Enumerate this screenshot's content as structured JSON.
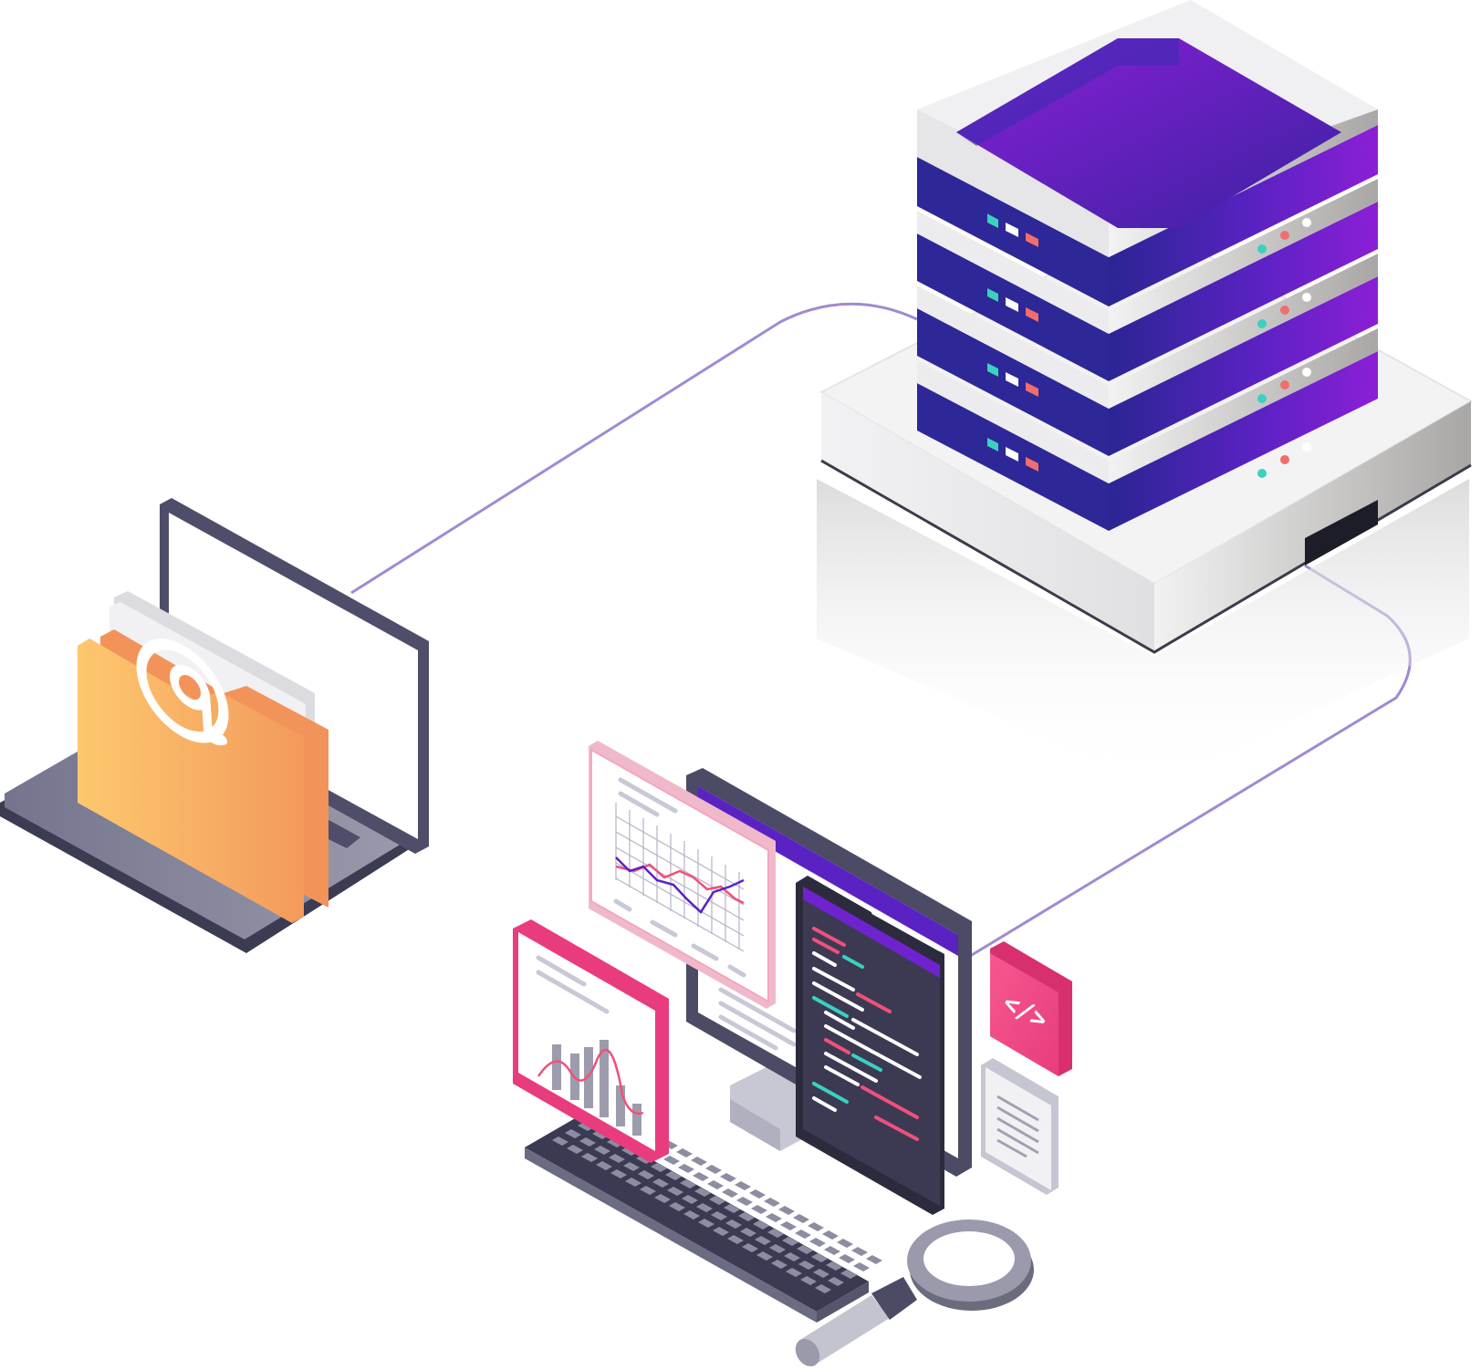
{
  "scene": {
    "devices": [
      "server-stack",
      "laptop",
      "email-folder",
      "desktop-monitor",
      "code-window",
      "line-chart-card",
      "bar-chart-card",
      "code-badge",
      "document-card",
      "keyboard",
      "magnifying-glass"
    ],
    "status_light_rows": 4
  },
  "code_badge": {
    "glyph": "</>"
  },
  "colors": {
    "server_purple_dark": "#2a1f8f",
    "server_purple": "#5b1fc0",
    "server_purple_light": "#8a1fd8",
    "server_silver": "#d9d9db",
    "connector_line": "#a08ad0",
    "laptop_frame": "#5a5a78",
    "laptop_base": "#858599",
    "folder_orange": "#f6a560",
    "folder_yellow": "#fcc56e",
    "pink_accent": "#f04a8a",
    "pink_badge": "#f24f8f",
    "code_bg": "#3c3a52",
    "code_teal": "#3ad1c0",
    "code_pink": "#f0507c",
    "keyboard_dark": "#3a3a52",
    "magnifier_ring": "#8a8a9e"
  },
  "icons": [
    "at-sign-icon",
    "code-icon",
    "document-icon",
    "search-icon",
    "server-icon",
    "laptop-icon",
    "folder-icon",
    "monitor-icon",
    "keyboard-icon",
    "line-chart-icon",
    "bar-chart-icon"
  ]
}
